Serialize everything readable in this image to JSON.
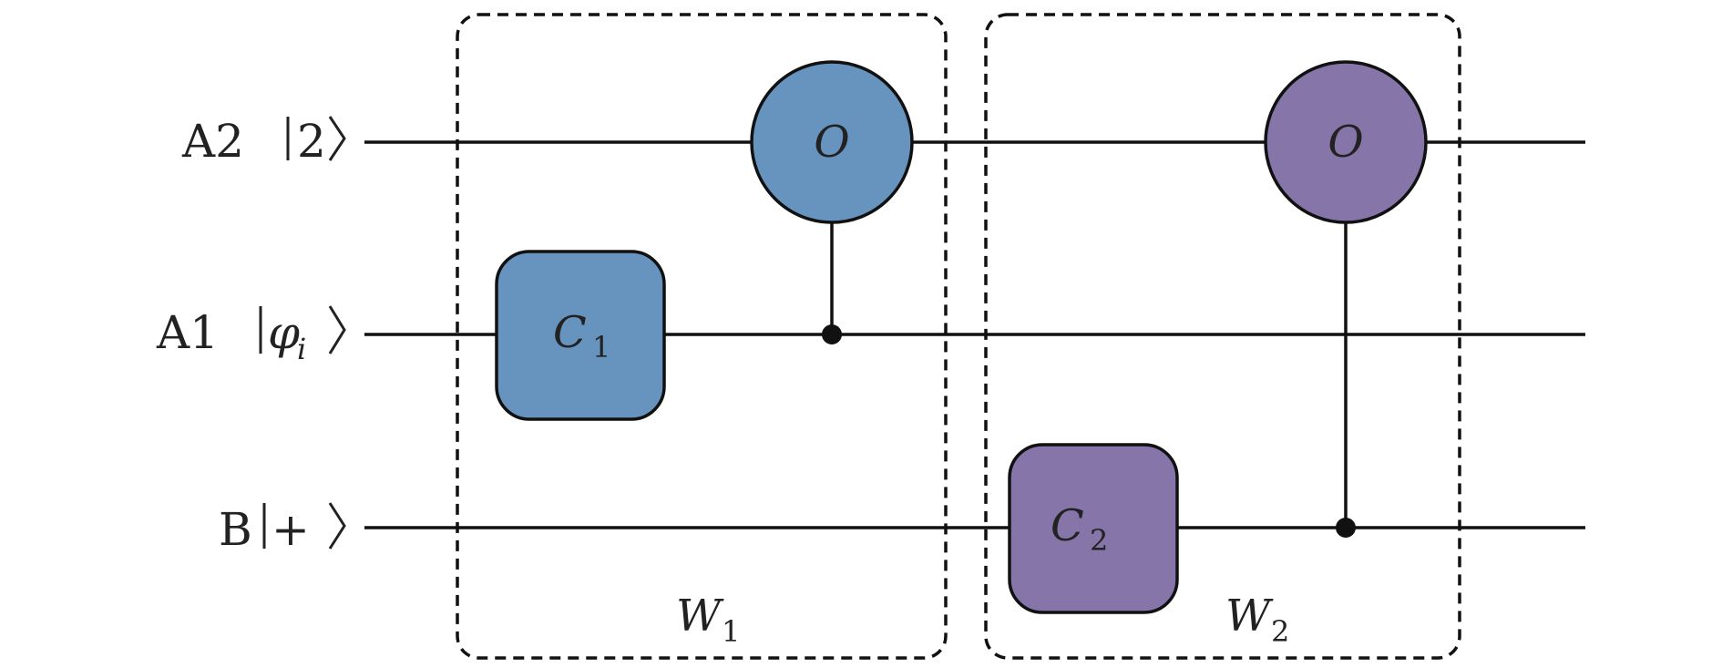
{
  "diagram": {
    "qubits": [
      {
        "id": "A2",
        "name": "A2",
        "state": "2"
      },
      {
        "id": "A1",
        "name": "A1",
        "state": "φ",
        "state_sub": "i"
      },
      {
        "id": "B",
        "name": "B",
        "state": "+"
      }
    ],
    "windows": [
      {
        "id": "W1",
        "label": "W",
        "sub": "1"
      },
      {
        "id": "W2",
        "label": "W",
        "sub": "2"
      }
    ],
    "gates": [
      {
        "id": "C1",
        "label": "C",
        "sub": "1",
        "wire": "A1",
        "color": "#6794bf"
      },
      {
        "id": "O1",
        "label": "O",
        "wire": "A2",
        "control": "A1",
        "color": "#6794bf"
      },
      {
        "id": "C2",
        "label": "C",
        "sub": "2",
        "wire": "B",
        "color": "#8575a8"
      },
      {
        "id": "O2",
        "label": "O",
        "wire": "A2",
        "control": "B",
        "color": "#8575a8"
      }
    ],
    "colors": {
      "window1_gates": "#6794bf",
      "window2_gates": "#8575a8",
      "lines": "#111111"
    }
  }
}
